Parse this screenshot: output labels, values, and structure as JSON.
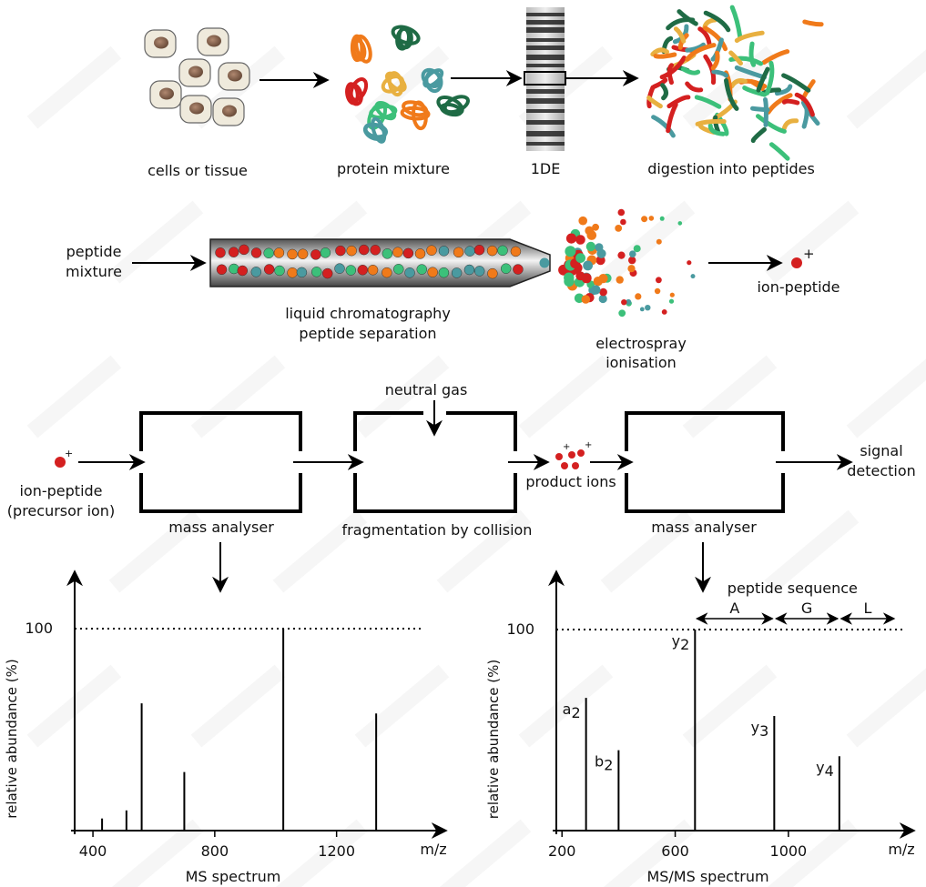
{
  "row1": {
    "cells_label": "cells or tissue",
    "protein_label": "protein mixture",
    "gel_label": "1DE",
    "digest_label": "digestion into peptides"
  },
  "row2": {
    "mixture_line1": "peptide",
    "mixture_line2": "mixture",
    "lc_line1": "liquid chromatography",
    "lc_line2": "peptide separation",
    "esi_line1": "electrospray",
    "esi_line2": "ionisation",
    "ion_label": "ion-peptide",
    "plus": "+"
  },
  "row3": {
    "precursor_line1": "ion-peptide",
    "precursor_line2": "(precursor ion)",
    "analyser1": "mass analyser",
    "gas_label": "neutral gas",
    "fragment_label": "fragmentation by collision",
    "product_label": "product ions",
    "analyser2": "mass analyser",
    "signal_line1": "signal",
    "signal_line2": "detection",
    "plus": "+"
  },
  "colors": {
    "red": "#d42020",
    "orange": "#f07a1a",
    "green": "#3cc07a",
    "teal": "#4a9aa0",
    "darkgreen": "#1f6b45",
    "yellow": "#e8b040",
    "line": "#000000"
  },
  "chart_data": [
    {
      "type": "bar",
      "xlabel": "m/z",
      "ylabel": "relative abundance (%)",
      "caption": "MS spectrum",
      "xticks": [
        400,
        800,
        1200
      ],
      "x_range": [
        340,
        1500
      ],
      "ylim": [
        0,
        100
      ],
      "ref_line": 100,
      "ref_label": "100",
      "peaks": [
        {
          "x": 430,
          "y": 6
        },
        {
          "x": 510,
          "y": 10
        },
        {
          "x": 560,
          "y": 63
        },
        {
          "x": 700,
          "y": 29
        },
        {
          "x": 1025,
          "y": 100
        },
        {
          "x": 1330,
          "y": 58
        }
      ]
    },
    {
      "type": "bar",
      "xlabel": "m/z",
      "ylabel": "relative abundance (%)",
      "caption": "MS/MS spectrum",
      "xticks": [
        200,
        600,
        1000
      ],
      "x_range": [
        180,
        1380
      ],
      "ylim": [
        0,
        100
      ],
      "ref_line": 100,
      "ref_label": "100",
      "sequence_label": "peptide sequence",
      "sequence": [
        "A",
        "G",
        "L"
      ],
      "peaks": [
        {
          "x": 285,
          "y": 66,
          "label": "a",
          "sub": "2"
        },
        {
          "x": 400,
          "y": 40,
          "label": "b",
          "sub": "2"
        },
        {
          "x": 670,
          "y": 100,
          "label": "y",
          "sub": "2"
        },
        {
          "x": 950,
          "y": 57,
          "label": "y",
          "sub": "3"
        },
        {
          "x": 1180,
          "y": 37,
          "label": "y",
          "sub": "4"
        }
      ]
    }
  ]
}
